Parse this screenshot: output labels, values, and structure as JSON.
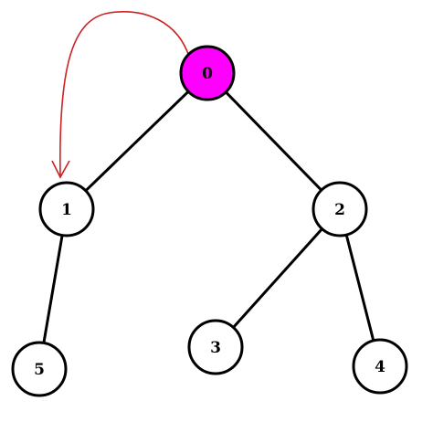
{
  "colors": {
    "highlight": "#ff00ff",
    "node_fill": "#ffffff",
    "stroke": "#000000",
    "arrow": "#cc2222"
  },
  "nodes": [
    {
      "label": "0",
      "highlighted": true
    },
    {
      "label": "1",
      "highlighted": false
    },
    {
      "label": "2",
      "highlighted": false
    },
    {
      "label": "3",
      "highlighted": false
    },
    {
      "label": "4",
      "highlighted": false
    },
    {
      "label": "5",
      "highlighted": false
    }
  ],
  "edges": [
    [
      "0",
      "1"
    ],
    [
      "0",
      "2"
    ],
    [
      "1",
      "5"
    ],
    [
      "2",
      "3"
    ],
    [
      "2",
      "4"
    ]
  ],
  "arrow": {
    "from": "0",
    "to": "1"
  }
}
